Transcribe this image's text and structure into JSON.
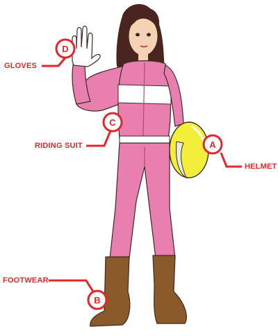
{
  "labels": {
    "gloves": "GLOVES",
    "riding_suit": "RIDING SUIT",
    "helmet": "HELMET",
    "footwear": "FOOTWEAR"
  },
  "markers": {
    "gloves": "D",
    "riding_suit": "C",
    "helmet": "A",
    "footwear": "B"
  },
  "colors": {
    "accent": "#e3262c",
    "suit": "#e87fae",
    "suit_shadow": "#d25f95",
    "helmet": "#f2ee3a",
    "boots": "#8a5a2a",
    "hair": "#4a2520",
    "skin": "#f6d2b4"
  }
}
